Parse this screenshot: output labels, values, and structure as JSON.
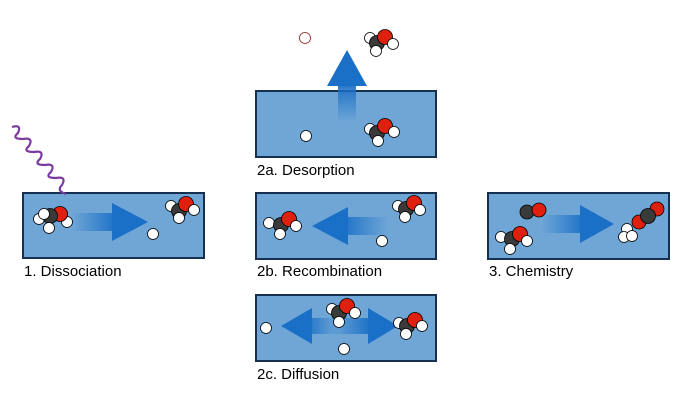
{
  "panels": [
    {
      "id": "dissociation",
      "label": "1. Dissociation"
    },
    {
      "id": "desorption",
      "label": "2a. Desorption"
    },
    {
      "id": "recombination",
      "label": "2b. Recombination"
    },
    {
      "id": "diffusion",
      "label": "2c. Diffusion"
    },
    {
      "id": "chemistry",
      "label": "3. Chemistry"
    }
  ],
  "colors": {
    "panel_fill": "#6fa6d6",
    "panel_border": "#16314f",
    "arrow": "#1a6fc7",
    "oxygen": "#e0200e",
    "carbon": "#3a3a3a",
    "hydrogen": "#ffffff",
    "photon": "#7a3aa0"
  },
  "icons": [
    "photon-wave-icon",
    "water-molecule-icon",
    "hydrogen-atom-icon",
    "co-molecule-icon",
    "co2-molecule-icon",
    "arrow-icon"
  ]
}
